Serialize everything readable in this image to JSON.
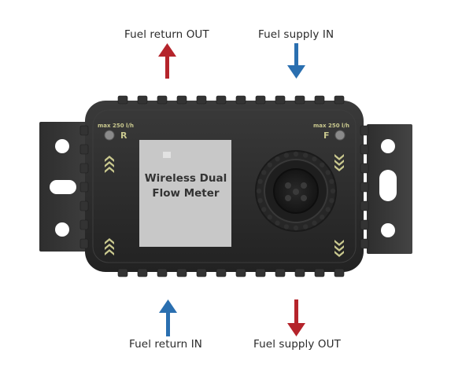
{
  "labels": {
    "fuel_return_out": "Fuel return OUT",
    "fuel_supply_in": "Fuel supply IN",
    "fuel_return_in": "Fuel return IN",
    "fuel_supply_out": "Fuel supply OUT"
  },
  "device": {
    "name_line1": "Wireless Dual",
    "name_line2": "Flow Meter",
    "left_rating": "max 250 l/h",
    "right_rating": "max 250 l/h",
    "left_port_letter": "R",
    "right_port_letter": "F"
  },
  "colors": {
    "arrow_red": "#b5242b",
    "arrow_blue": "#2a6fb0",
    "housing": "#2b2b2b",
    "bracket": "#3a3a3a",
    "label_panel": "#c8c8c8",
    "marking": "#c9c88e"
  },
  "icons": {
    "up_arrow": "arrow-up-icon",
    "down_arrow": "arrow-down-icon",
    "chevron_up": "chevron-up-icon",
    "chevron_down": "chevron-down-icon"
  }
}
